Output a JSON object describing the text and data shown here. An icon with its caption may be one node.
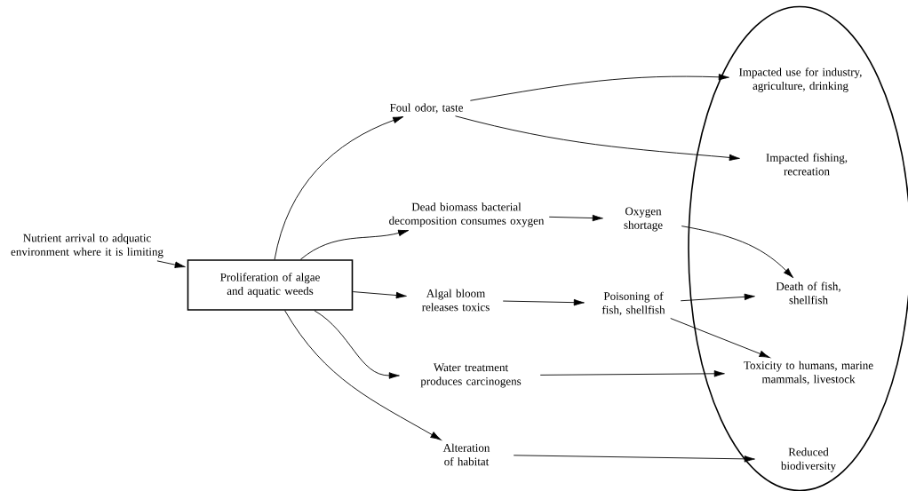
{
  "diagram": {
    "nodes": [
      {
        "text": [
          "Nutrient arrival to adquatic environment where it is limiting"
        ]
      },
      {
        "text": [
          "Proliferation of algae and aquatic weeds"
        ]
      },
      {
        "text": [
          "Foul odor, taste"
        ]
      },
      {
        "text": [
          "Dead biomass bacterial decomposition consumes oxygen"
        ]
      },
      {
        "text": [
          "Algal bloom releases toxics"
        ]
      },
      {
        "text": [
          "Water treatment produces carcinogens"
        ]
      },
      {
        "text": [
          "Alteration of habitat"
        ]
      },
      {
        "text": [
          "Oxygen shortage"
        ]
      },
      {
        "text": [
          "Poisoning of fish, shellfish"
        ]
      },
      {
        "text": [],
        "shape": "ellipse"
      },
      {
        "text": [
          "Impacted use for industry, agriculture, drinking"
        ],
        "in": 9
      },
      {
        "text": [
          "Impacted fishing, recreation"
        ],
        "in": 9
      },
      {
        "text": [
          "Death of fish, shellfish"
        ],
        "in": 9
      },
      {
        "text": [
          "Toxicity to humans, marine mammals, livestock"
        ],
        "in": 9
      },
      {
        "text": [
          "Reduced biodiversity"
        ],
        "in": 9
      }
    ],
    "edges": [
      {
        "from": 0,
        "to": 1,
        "arrow": "to"
      },
      {
        "from": 1,
        "to": 2,
        "arrow": "to"
      },
      {
        "from": 1,
        "to": 3,
        "arrow": "to"
      },
      {
        "from": 1,
        "to": 4,
        "arrow": "to"
      },
      {
        "from": 1,
        "to": 5,
        "arrow": "to"
      },
      {
        "from": 1,
        "to": 6,
        "arrow": "to"
      },
      {
        "from": 3,
        "to": 7,
        "arrow": "to"
      },
      {
        "from": 4,
        "to": 8,
        "arrow": "to"
      },
      {
        "from": 2,
        "to": 10,
        "arrow": "to"
      },
      {
        "from": 2,
        "to": 11,
        "arrow": "to"
      },
      {
        "from": 7,
        "to": 12,
        "arrow": "to"
      },
      {
        "from": 8,
        "to": 12,
        "arrow": "to"
      },
      {
        "from": 8,
        "to": 13,
        "arrow": "to"
      },
      {
        "from": 5,
        "to": 13,
        "arrow": "to"
      },
      {
        "from": 6,
        "to": 14,
        "arrow": "to"
      }
    ]
  }
}
